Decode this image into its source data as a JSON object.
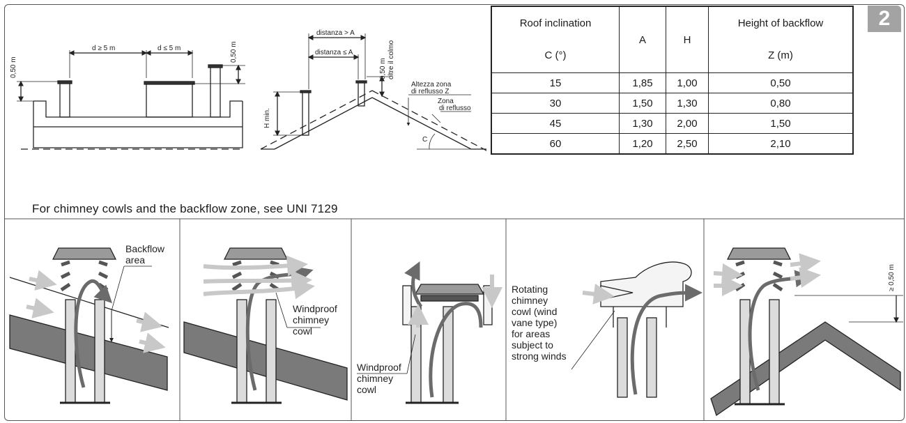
{
  "badge": "2",
  "note": "For chimney cowls and the backflow zone, see UNI 7129",
  "diagram1": {
    "label_d_ge": "d ≥ 5 m",
    "label_d_le": "d ≤ 5 m",
    "label_050_left": "0,50 m",
    "label_050_right": "0,50 m"
  },
  "diagram2": {
    "label_dist_gt": "distanza > A",
    "label_dist_le": "distanza ≤ A",
    "label_050": "0,50 m",
    "label_oltre": "oltre il colmo",
    "label_altezza_1": "Altezza zona",
    "label_altezza_2": "di reflusso Z",
    "label_zona_1": "Zona",
    "label_zona_2": "di reflusso",
    "label_hmin": "H min.",
    "label_c": "C"
  },
  "table": {
    "headers": {
      "col1_line1": "Roof inclination",
      "col1_line2": "C (°)",
      "col2": "A",
      "col3": "H",
      "col4_line1": "Height of backflow",
      "col4_line2": "Z (m)"
    },
    "rows": [
      [
        "15",
        "1,85",
        "1,00",
        "0,50"
      ],
      [
        "30",
        "1,50",
        "1,30",
        "0,80"
      ],
      [
        "45",
        "1,30",
        "2,00",
        "1,50"
      ],
      [
        "60",
        "1,20",
        "2,50",
        "2,10"
      ]
    ]
  },
  "panels": {
    "p1": {
      "line1": "Backflow",
      "line2": "area"
    },
    "p2": {
      "line1": "Windproof",
      "line2": "chimney",
      "line3": "cowl"
    },
    "p3": {
      "line1": "Windproof",
      "line2": "chimney",
      "line3": "cowl"
    },
    "p4": {
      "line1": "Rotating",
      "line2": "chimney",
      "line3": "cowl (wind",
      "line4": "vane type)",
      "line5": "for areas",
      "line6": "subject to",
      "line7": "strong winds"
    },
    "p5": {
      "label_050": "≥ 0,50 m"
    }
  },
  "colors": {
    "badge": "#a3a3a3",
    "roof": "#7a7a7a",
    "flow_dark": "#6b6b6b",
    "flow_light": "#c8c8c8"
  }
}
